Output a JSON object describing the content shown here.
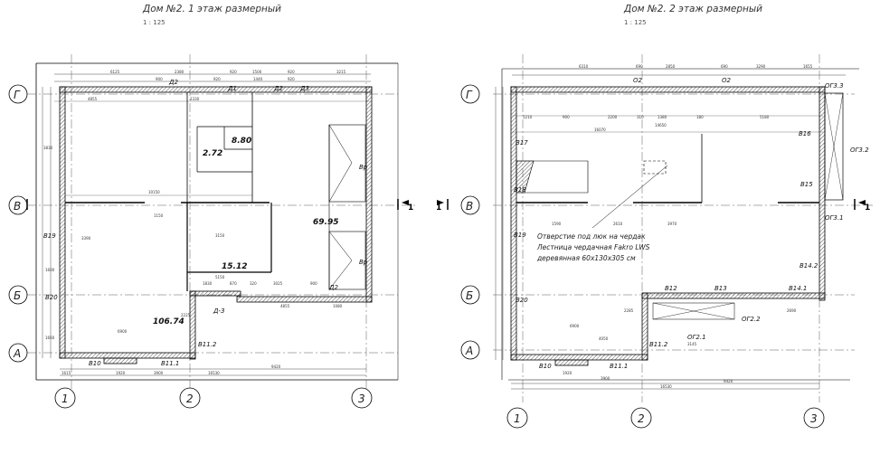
{
  "plans": [
    {
      "title": "Дом №2. 1 этаж размерный",
      "scale": "1 : 125",
      "axes_rows": [
        "Г",
        "В",
        "Б",
        "А"
      ],
      "axes_cols": [
        "1",
        "2",
        "3"
      ],
      "rooms": [
        "8.80",
        "2.72",
        "69.95",
        "15.12",
        "106.74"
      ],
      "tags": [
        "Д2",
        "Д1",
        "Д2",
        "Д3",
        "Д2",
        "Вр",
        "Вр",
        "В19",
        "В20",
        "В10",
        "В11.1",
        "В11.2",
        "Д-3"
      ],
      "dims_top": [
        "6125",
        "2380",
        "920",
        "1500",
        "920",
        "3215"
      ],
      "dims_top2": [
        "4855",
        "900",
        "2330",
        "920",
        "1440",
        "920"
      ],
      "dims_mid": [
        "10150"
      ],
      "dims_other": [
        "3150",
        "5150",
        "1830",
        "870",
        "320",
        "3025",
        "900",
        "4855",
        "1080",
        "16530",
        "6900",
        "9420",
        "1615",
        "3900",
        "1920",
        "2225",
        "1150",
        "3390",
        "1660",
        "1600",
        "3830"
      ],
      "section_mark": "1"
    },
    {
      "title": "Дом №2. 2 этаж размерный",
      "scale": "1 : 125",
      "axes_rows": [
        "Г",
        "В",
        "Б",
        "А"
      ],
      "axes_cols": [
        "1",
        "2",
        "3"
      ],
      "tags": [
        "О2",
        "О2",
        "ОГ3.3",
        "ОГ3.2",
        "ОГ3.1",
        "ОГ2.2",
        "ОГ2.1",
        "В17",
        "В16",
        "В18",
        "В15",
        "В19",
        "В14.2",
        "В14.1",
        "В12",
        "В13",
        "В20",
        "В11.2",
        "В10",
        "В11.1"
      ],
      "dims_top": [
        "6310",
        "690",
        "2850",
        "690",
        "3290",
        "1655"
      ],
      "dims_top2": [
        "1210",
        "900",
        "2200",
        "310",
        "1380",
        "180",
        "5180"
      ],
      "dims_mid": [
        "16070",
        "14650"
      ],
      "dims_other": [
        "1590",
        "2610",
        "3970",
        "6900",
        "4050",
        "16530",
        "9420",
        "2285",
        "1920",
        "3900",
        "3145",
        "2690"
      ],
      "note_lines": [
        "Отверстие под люк на чердак",
        "Лестница чердачная Fakro LWS",
        "деревянная 60х130х305 см"
      ],
      "section_mark": "1"
    }
  ]
}
